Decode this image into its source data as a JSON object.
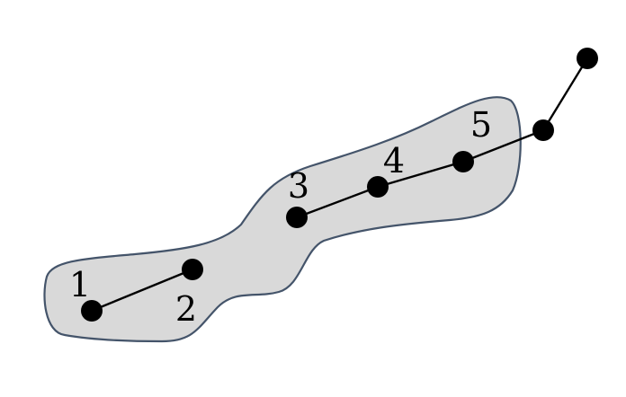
{
  "diagram": {
    "colors": {
      "background": "#ffffff",
      "region_fill": "#d9d9d9",
      "region_stroke": "#44546a",
      "node": "#000000",
      "edge": "#000000",
      "label": "#000000"
    },
    "nodes": [
      {
        "id": "n1",
        "label": "1"
      },
      {
        "id": "n2",
        "label": "2"
      },
      {
        "id": "n3",
        "label": "3"
      },
      {
        "id": "n4",
        "label": "4"
      },
      {
        "id": "n5",
        "label": "5"
      },
      {
        "id": "n6",
        "label": ""
      },
      {
        "id": "n7",
        "label": ""
      }
    ],
    "edges": [
      {
        "from": "n1",
        "to": "n2"
      },
      {
        "from": "n3",
        "to": "n4"
      },
      {
        "from": "n4",
        "to": "n5"
      },
      {
        "from": "n5",
        "to": "n6"
      },
      {
        "from": "n6",
        "to": "n7"
      }
    ],
    "region": {
      "contains": [
        "n1",
        "n2",
        "n3",
        "n4",
        "n5"
      ]
    }
  }
}
